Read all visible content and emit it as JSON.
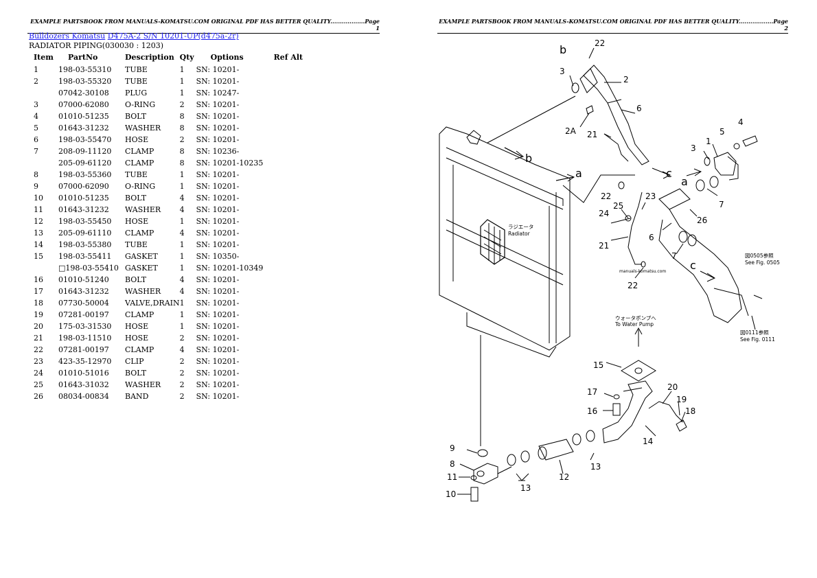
{
  "header": {
    "left": "EXAMPLE PARTSBOOK FROM MANUALS-KOMATSU.COM ORIGINAL PDF HAS BETTER QUALITY..................Page 1",
    "right": "EXAMPLE PARTSBOOK FROM MANUALS-KOMATSU.COM ORIGINAL PDF HAS BETTER QUALITY..................Page 2"
  },
  "breadcrumb": {
    "link1": "Bulldozers Komatsu",
    "link2": "D475A-2 S/N 10201-UP(d475a-2r)"
  },
  "section_title": "RADIATOR PIPING(030030 : 1203)",
  "table": {
    "headers": {
      "item": "Item",
      "partno": "PartNo",
      "desc": "Description",
      "qty": "Qty",
      "options": "Options",
      "ref": "Ref Alt"
    },
    "rows": [
      {
        "item": "1",
        "partno": "198-03-55310",
        "desc": "TUBE",
        "qty": "1",
        "options": "SN: 10201-"
      },
      {
        "item": "2",
        "partno": "198-03-55320",
        "desc": "TUBE",
        "qty": "1",
        "options": "SN: 10201-"
      },
      {
        "item": "",
        "partno": "07042-30108",
        "desc": "PLUG",
        "qty": "1",
        "options": "SN: 10247-"
      },
      {
        "item": "3",
        "partno": "07000-62080",
        "desc": "O-RING",
        "qty": "2",
        "options": "SN: 10201-"
      },
      {
        "item": "4",
        "partno": "01010-51235",
        "desc": "BOLT",
        "qty": "8",
        "options": "SN: 10201-"
      },
      {
        "item": "5",
        "partno": "01643-31232",
        "desc": "WASHER",
        "qty": "8",
        "options": "SN: 10201-"
      },
      {
        "item": "6",
        "partno": "198-03-55470",
        "desc": "HOSE",
        "qty": "2",
        "options": "SN: 10201-"
      },
      {
        "item": "7",
        "partno": "208-09-11120",
        "desc": "CLAMP",
        "qty": "8",
        "options": "SN: 10236-"
      },
      {
        "item": "",
        "partno": "205-09-61120",
        "desc": "CLAMP",
        "qty": "8",
        "options": "SN: 10201-10235"
      },
      {
        "item": "8",
        "partno": "198-03-55360",
        "desc": "TUBE",
        "qty": "1",
        "options": "SN: 10201-"
      },
      {
        "item": "9",
        "partno": "07000-62090",
        "desc": "O-RING",
        "qty": "1",
        "options": "SN: 10201-"
      },
      {
        "item": "10",
        "partno": "01010-51235",
        "desc": "BOLT",
        "qty": "4",
        "options": "SN: 10201-"
      },
      {
        "item": "11",
        "partno": "01643-31232",
        "desc": "WASHER",
        "qty": "4",
        "options": "SN: 10201-"
      },
      {
        "item": "12",
        "partno": "198-03-55450",
        "desc": "HOSE",
        "qty": "1",
        "options": "SN: 10201-"
      },
      {
        "item": "13",
        "partno": "205-09-61110",
        "desc": "CLAMP",
        "qty": "4",
        "options": "SN: 10201-"
      },
      {
        "item": "14",
        "partno": "198-03-55380",
        "desc": "TUBE",
        "qty": "1",
        "options": "SN: 10201-"
      },
      {
        "item": "15",
        "partno": "198-03-55411",
        "desc": "GASKET",
        "qty": "1",
        "options": "SN: 10350-"
      },
      {
        "item": "",
        "partno": "□198-03-55410",
        "desc": "GASKET",
        "qty": "1",
        "options": "SN: 10201-10349"
      },
      {
        "item": "16",
        "partno": "01010-51240",
        "desc": "BOLT",
        "qty": "4",
        "options": "SN: 10201-"
      },
      {
        "item": "17",
        "partno": "01643-31232",
        "desc": "WASHER",
        "qty": "4",
        "options": "SN: 10201-"
      },
      {
        "item": "18",
        "partno": "07730-50004",
        "desc": "VALVE,DRAIN",
        "qty": "1",
        "options": "SN: 10201-"
      },
      {
        "item": "19",
        "partno": "07281-00197",
        "desc": "CLAMP",
        "qty": "1",
        "options": "SN: 10201-"
      },
      {
        "item": "20",
        "partno": "175-03-31530",
        "desc": "HOSE",
        "qty": "1",
        "options": "SN: 10201-"
      },
      {
        "item": "21",
        "partno": "198-03-11510",
        "desc": "HOSE",
        "qty": "2",
        "options": "SN: 10201-"
      },
      {
        "item": "22",
        "partno": "07281-00197",
        "desc": "CLAMP",
        "qty": "4",
        "options": "SN: 10201-"
      },
      {
        "item": "23",
        "partno": "423-35-12970",
        "desc": "CLIP",
        "qty": "2",
        "options": "SN: 10201-"
      },
      {
        "item": "24",
        "partno": "01010-51016",
        "desc": "BOLT",
        "qty": "2",
        "options": "SN: 10201-"
      },
      {
        "item": "25",
        "partno": "01643-31032",
        "desc": "WASHER",
        "qty": "2",
        "options": "SN: 10201-"
      },
      {
        "item": "26",
        "partno": "08034-00834",
        "desc": "BAND",
        "qty": "2",
        "options": "SN: 10201-"
      }
    ]
  },
  "diagram": {
    "callouts": [
      "22",
      "b",
      "3",
      "2",
      "6",
      "2A",
      "21",
      "c",
      "4",
      "5",
      "1",
      "3",
      "a",
      "22",
      "23",
      "7",
      "25",
      "24",
      "26",
      "6",
      "21",
      "22",
      "7",
      "c",
      "15",
      "20",
      "17",
      "19",
      "16",
      "18",
      "14",
      "9",
      "13",
      "12",
      "8",
      "11",
      "13",
      "10",
      "b",
      "a"
    ],
    "notes": {
      "radiator_jp": "ラジエータ",
      "radiator_en": "Radiator",
      "watermark": "manuals-komatsu.com",
      "pump_jp": "ウォータポンプへ",
      "pump_en": "To Water Pump",
      "fig0505_jp": "図0505参照",
      "fig0505_en": "See Fig. 0505",
      "fig0111_jp": "図0111参照",
      "fig0111_en": "See Fig. 0111"
    }
  }
}
